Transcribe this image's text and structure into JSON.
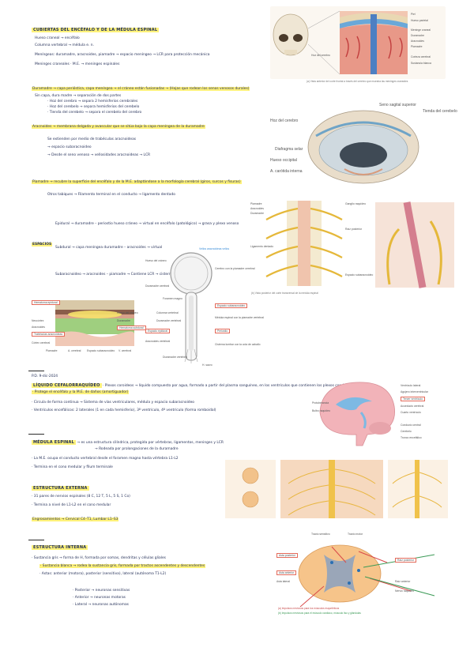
{
  "sections": {
    "cubiertas": {
      "title": "CUBIERTAS DEL ENCÉFALO Y DE LA MÉDULA ESPINAL",
      "lines": [
        "Hueso craneal → encéfalo",
        "Columna vertebral → médula e. n.",
        "Meníngeas: duramadre, aracnoides, piamadre → espacio meníngeo → LCR para protección mecánica",
        "Meninges craneales  ·  M.E. → meninges espinales"
      ],
      "duramadre": [
        "Duramadre → capa perióstica, capa meníngea → el cráneo están fusionadas → (Hojas que rodean los senos venosos durales)",
        "Sin capa, dura madre → separación de dos partes",
        "· Hoz del cerebro → separa 2 hemisferios cerebrales",
        "· Hoz del cerebelo → separa hemisferios del cerebelo",
        "· Tienda del cerebelo → separa el cerebelo del cerebro"
      ],
      "aracnoides": [
        "Aracnoides → membrana delgada y avascular que se sitúa bajo la capa meníngea de la duramadre",
        "Se extienden por medio de trabéculas aracnoideas",
        "→ espacio subaracnoideo",
        "→ Desde el seno venoso → vellosidades aracnoideas → LCR",
        "Piamadre → recubre la superficie del encéfalo y de la M.E. adaptándose a la morfología cerebral (giros, surcos y fisuras)",
        "Otros tabiques → Filamento terminal en el conducto → ligamento dentado"
      ],
      "espacios": {
        "label": "ESPACIOS",
        "items": [
          "Epidural → duramadre – periostio hueso cráneo → virtual en encéfalo (patológico) → grasa y plexo venoso",
          "Subdural → capa meníngea duramadre – aracnoides → virtual",
          "Subaracnoideo → aracnoides – piamadre → Contiene LCR → cisternas"
        ]
      }
    },
    "liquido": {
      "title": "LÍQUIDO CEFALORRAQUÍDEO",
      "header": "P.D.    9-dic-2024",
      "lines": [
        "· Plexos coroideos → líquido compuesto por agua, formado a partir del plasma sanguíneo, en los ventrículos que contienen los plexos coroideos",
        "· Protege el encéfalo y la M.E. de daños (amortiguador)",
        "· Circula de forma continua → Sistema de vías ventriculares, médula y espacio subaracnoideo",
        "· Ventrículos encefálicos: 2 laterales (1 en cada hemisferio), 3º ventrículo, 4º ventrículo (forma romboidal)"
      ]
    },
    "medula": {
      "title": "MÉDULA ESPINAL",
      "lines": [
        "→ es una estructura cilíndrica, protegida por vértebras, ligamentos, meninges y LCR",
        "→ Rodeada por prolongaciones de la duramadre",
        "· La M.E. ocupa el conducto vertebral desde el foramen magno hasta vértebra L1-L2",
        "· Termina en el cono medular y filum terminale"
      ]
    },
    "externa": {
      "title": "ESTRUCTURA EXTERNA",
      "lines": [
        "· 31 pares de nervios espinales (8 C, 12 T, 5 L, 5 S, 1 Co)",
        "· Termina a nivel de L1-L2 en el cono medular",
        "Engrosamientos → Cervical C4–T1, Lumbar L1–S3"
      ]
    },
    "interna": {
      "title": "ESTRUCTURA INTERNA",
      "lines": [
        "· Sustancia gris → forma de H, formada por somas, dendritas y células gliales",
        "· Sustancia blanca → rodea la sustancia gris, formada por tractos ascendentes y descendentes",
        "· Astas: anterior (motora), posterior (sensitiva), lateral (autónoma T1-L2)",
        "· Posterior → neuronas sensitivas",
        "· Anterior → neuronas motoras",
        "· Lateral → neuronas autónomas"
      ]
    }
  },
  "figures": {
    "meningesTop": {
      "caption": "(a) Vista anterior del corte frontal a través del cerebro que muestra las meninges craneales",
      "labels": [
        "Piel",
        "Hueso parietal",
        "Meninge craneal",
        "Duramadre",
        "Aracnoides",
        "Piamadre",
        "Corteza cerebral",
        "Sustancia blanca",
        "Hoz del cerebro"
      ]
    },
    "dura": {
      "labels": [
        "Seno sagital superior",
        "Tienda del cerebelo",
        "Hoz del cerebro",
        "Diafragma selar",
        "Hueso occipital",
        "A. carótida interna"
      ]
    },
    "spinal": {
      "caption": "(b) Vista posterior del corte transversal de la médula espinal",
      "labels": [
        "Piamadre",
        "Aracnoides",
        "Duramadre",
        "Ganglio raquídeo",
        "Ligamento dentado",
        "Raíz posterior",
        "Espacio subaracnoideo"
      ]
    },
    "sketch": {
      "labels": {
        "hueso": "Hueso del cráneo",
        "piamadre": "Cerebro con la piamadre cerebral",
        "duramadre": "Duramadre cerebral",
        "foramen": "Foramen magno",
        "columna": "Columna vertebral",
        "dura2": "Duramadre vertebral",
        "subara": "Espacio subaracnoideo",
        "medula": "Médula espinal con la piamadre vertebral",
        "epidural": "Espacio epidural",
        "periostio": "Periostio",
        "aracnoides": "Aracnoides vertebral",
        "cisterna": "Cisterna lumbar con la cola de caballo",
        "sacro": "H. sacro",
        "durafondo": "Duramadre vertebral"
      },
      "hint": "Vellos aracnoideas vellos"
    },
    "histo": {
      "labels": {
        "hematoma": "Hematoma epidural",
        "neocortex": "Neocórtex",
        "aracnoides": "Aracnoides",
        "trabeculas": "Trabéculas aracnoideas",
        "corteza": "Córtex cerebral",
        "hueso": "Hueso del cráneo",
        "duramadre": "Duramadre",
        "hematoma2": "Hematoma subdural",
        "piamadre": "Piamadre",
        "acerebral": "A. cerebral",
        "espacio": "Espacio subaracnoideo",
        "vcerebral": "V. cerebral"
      }
    },
    "brain": {
      "labels": [
        "Ventrículo lateral",
        "Agujero interventricular",
        "Tercer ventrículo",
        "Acueducto cerebral",
        "Cuarto ventrículo",
        "Conducto central",
        "Cerebelo",
        "Tronco encefálico",
        "Protuberancia",
        "Bulbo raquídeo"
      ]
    },
    "cord": {
      "caption": "(a) Impulsos nerviosos para los músculos esqueléticos",
      "caption2": "(b) Impulsos nerviosos para el músculo cardíaco, músculo liso y glándulas",
      "labels": [
        "Tracto sensitivo",
        "Tracto motor",
        "Asta posterior",
        "Asta anterior",
        "Asta lateral",
        "Raíz posterior",
        "Raíz anterior",
        "Nervio raquídeo"
      ]
    }
  }
}
